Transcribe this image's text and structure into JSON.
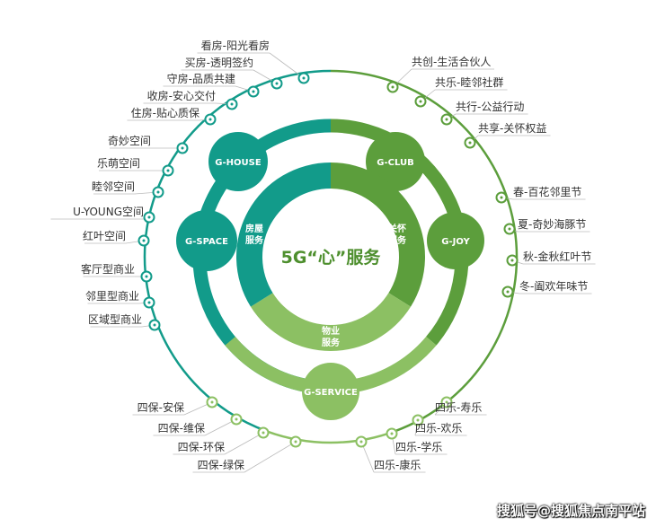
{
  "colors": {
    "teal": "#129b8a",
    "green": "#5c9e3c",
    "light_green": "#8cc063"
  },
  "center": {
    "title": "5G“心”服务"
  },
  "segments": {
    "house": "房屋\n服务",
    "care": "关怀\n服务",
    "property": "物业\n服务"
  },
  "nodes": {
    "house": "G-HOUSE",
    "club": "G-CLUB",
    "space": "G-SPACE",
    "joy": "G-JOY",
    "service": "G-SERVICE"
  },
  "left_labels": [
    "看房-阳光看房",
    "买房-透明签约",
    "守房-品质共建",
    "收房-安心交付",
    "住房-贴心质保",
    "奇妙空间",
    "乐萌空间",
    "睦邻空间",
    "U-YOUNG空间",
    "红叶空间",
    "客厅型商业",
    "邻里型商业",
    "区域型商业"
  ],
  "right_labels": [
    "共创-生活合伙人",
    "共乐-睦邻社群",
    "共行-公益行动",
    "共享-关怀权益",
    "春-百花邻里节",
    "夏-奇妙海豚节",
    "秋-金秋红叶节",
    "冬-阖欢年味节"
  ],
  "bottom_left_labels": [
    "四保-安保",
    "四保-维保",
    "四保-环保",
    "四保-绿保"
  ],
  "bottom_right_labels": [
    "四乐-寿乐",
    "四乐-欢乐",
    "四乐-学乐",
    "四乐-康乐"
  ],
  "watermark": "搜狐号@搜狐焦点南平站"
}
